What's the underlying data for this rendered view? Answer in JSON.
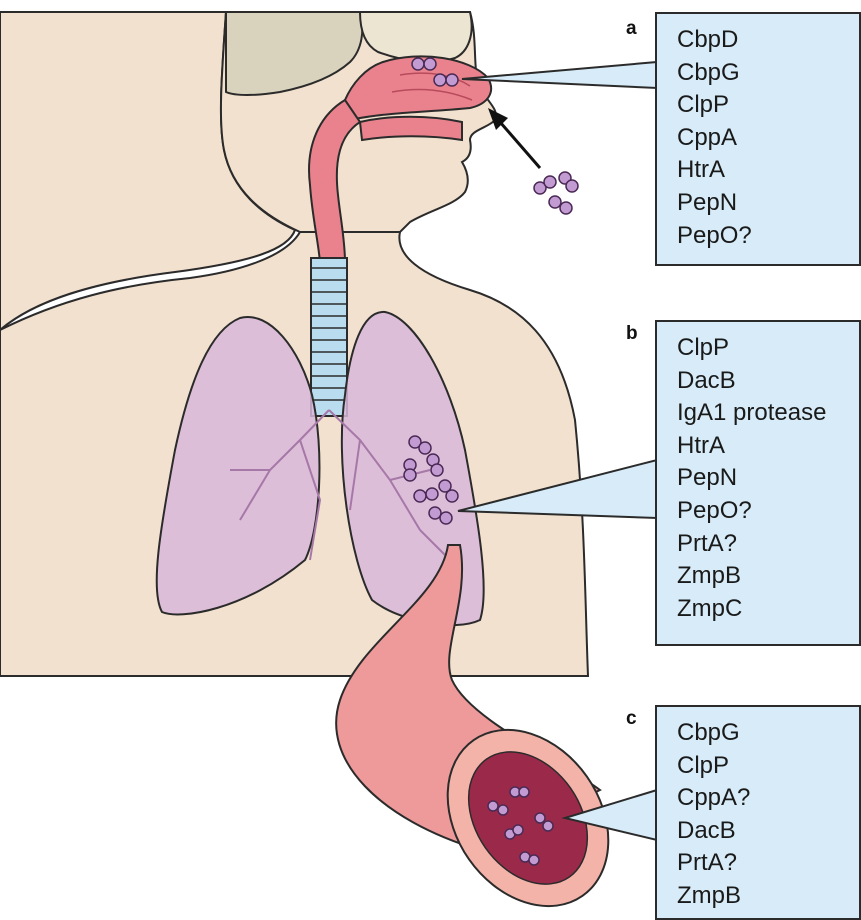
{
  "colors": {
    "skin": "#f2e1cf",
    "skull": "#d9d3bd",
    "airway": "#e9828c",
    "lung_fill": "#d9b7d9",
    "vessel": "#ee9a9a",
    "vessel_lumen": "#9b2a4a",
    "callout_fill": "#d7ecf8",
    "bacteria": "#c39bd3",
    "trachea_rings": "#b9dcef"
  },
  "panels": [
    {
      "letter": "a",
      "items": [
        "CbpD",
        "CbpG",
        "ClpP",
        "CppA",
        "HtrA",
        "PepN",
        "PepO?"
      ]
    },
    {
      "letter": "b",
      "items": [
        "ClpP",
        "DacB",
        "IgA1 protease",
        "HtrA",
        "PepN",
        "PepO?",
        "PrtA?",
        "ZmpB",
        "ZmpC"
      ]
    },
    {
      "letter": "c",
      "items": [
        "CbpG",
        "ClpP",
        "CppA?",
        "DacB",
        "PrtA?",
        "ZmpB"
      ]
    }
  ]
}
